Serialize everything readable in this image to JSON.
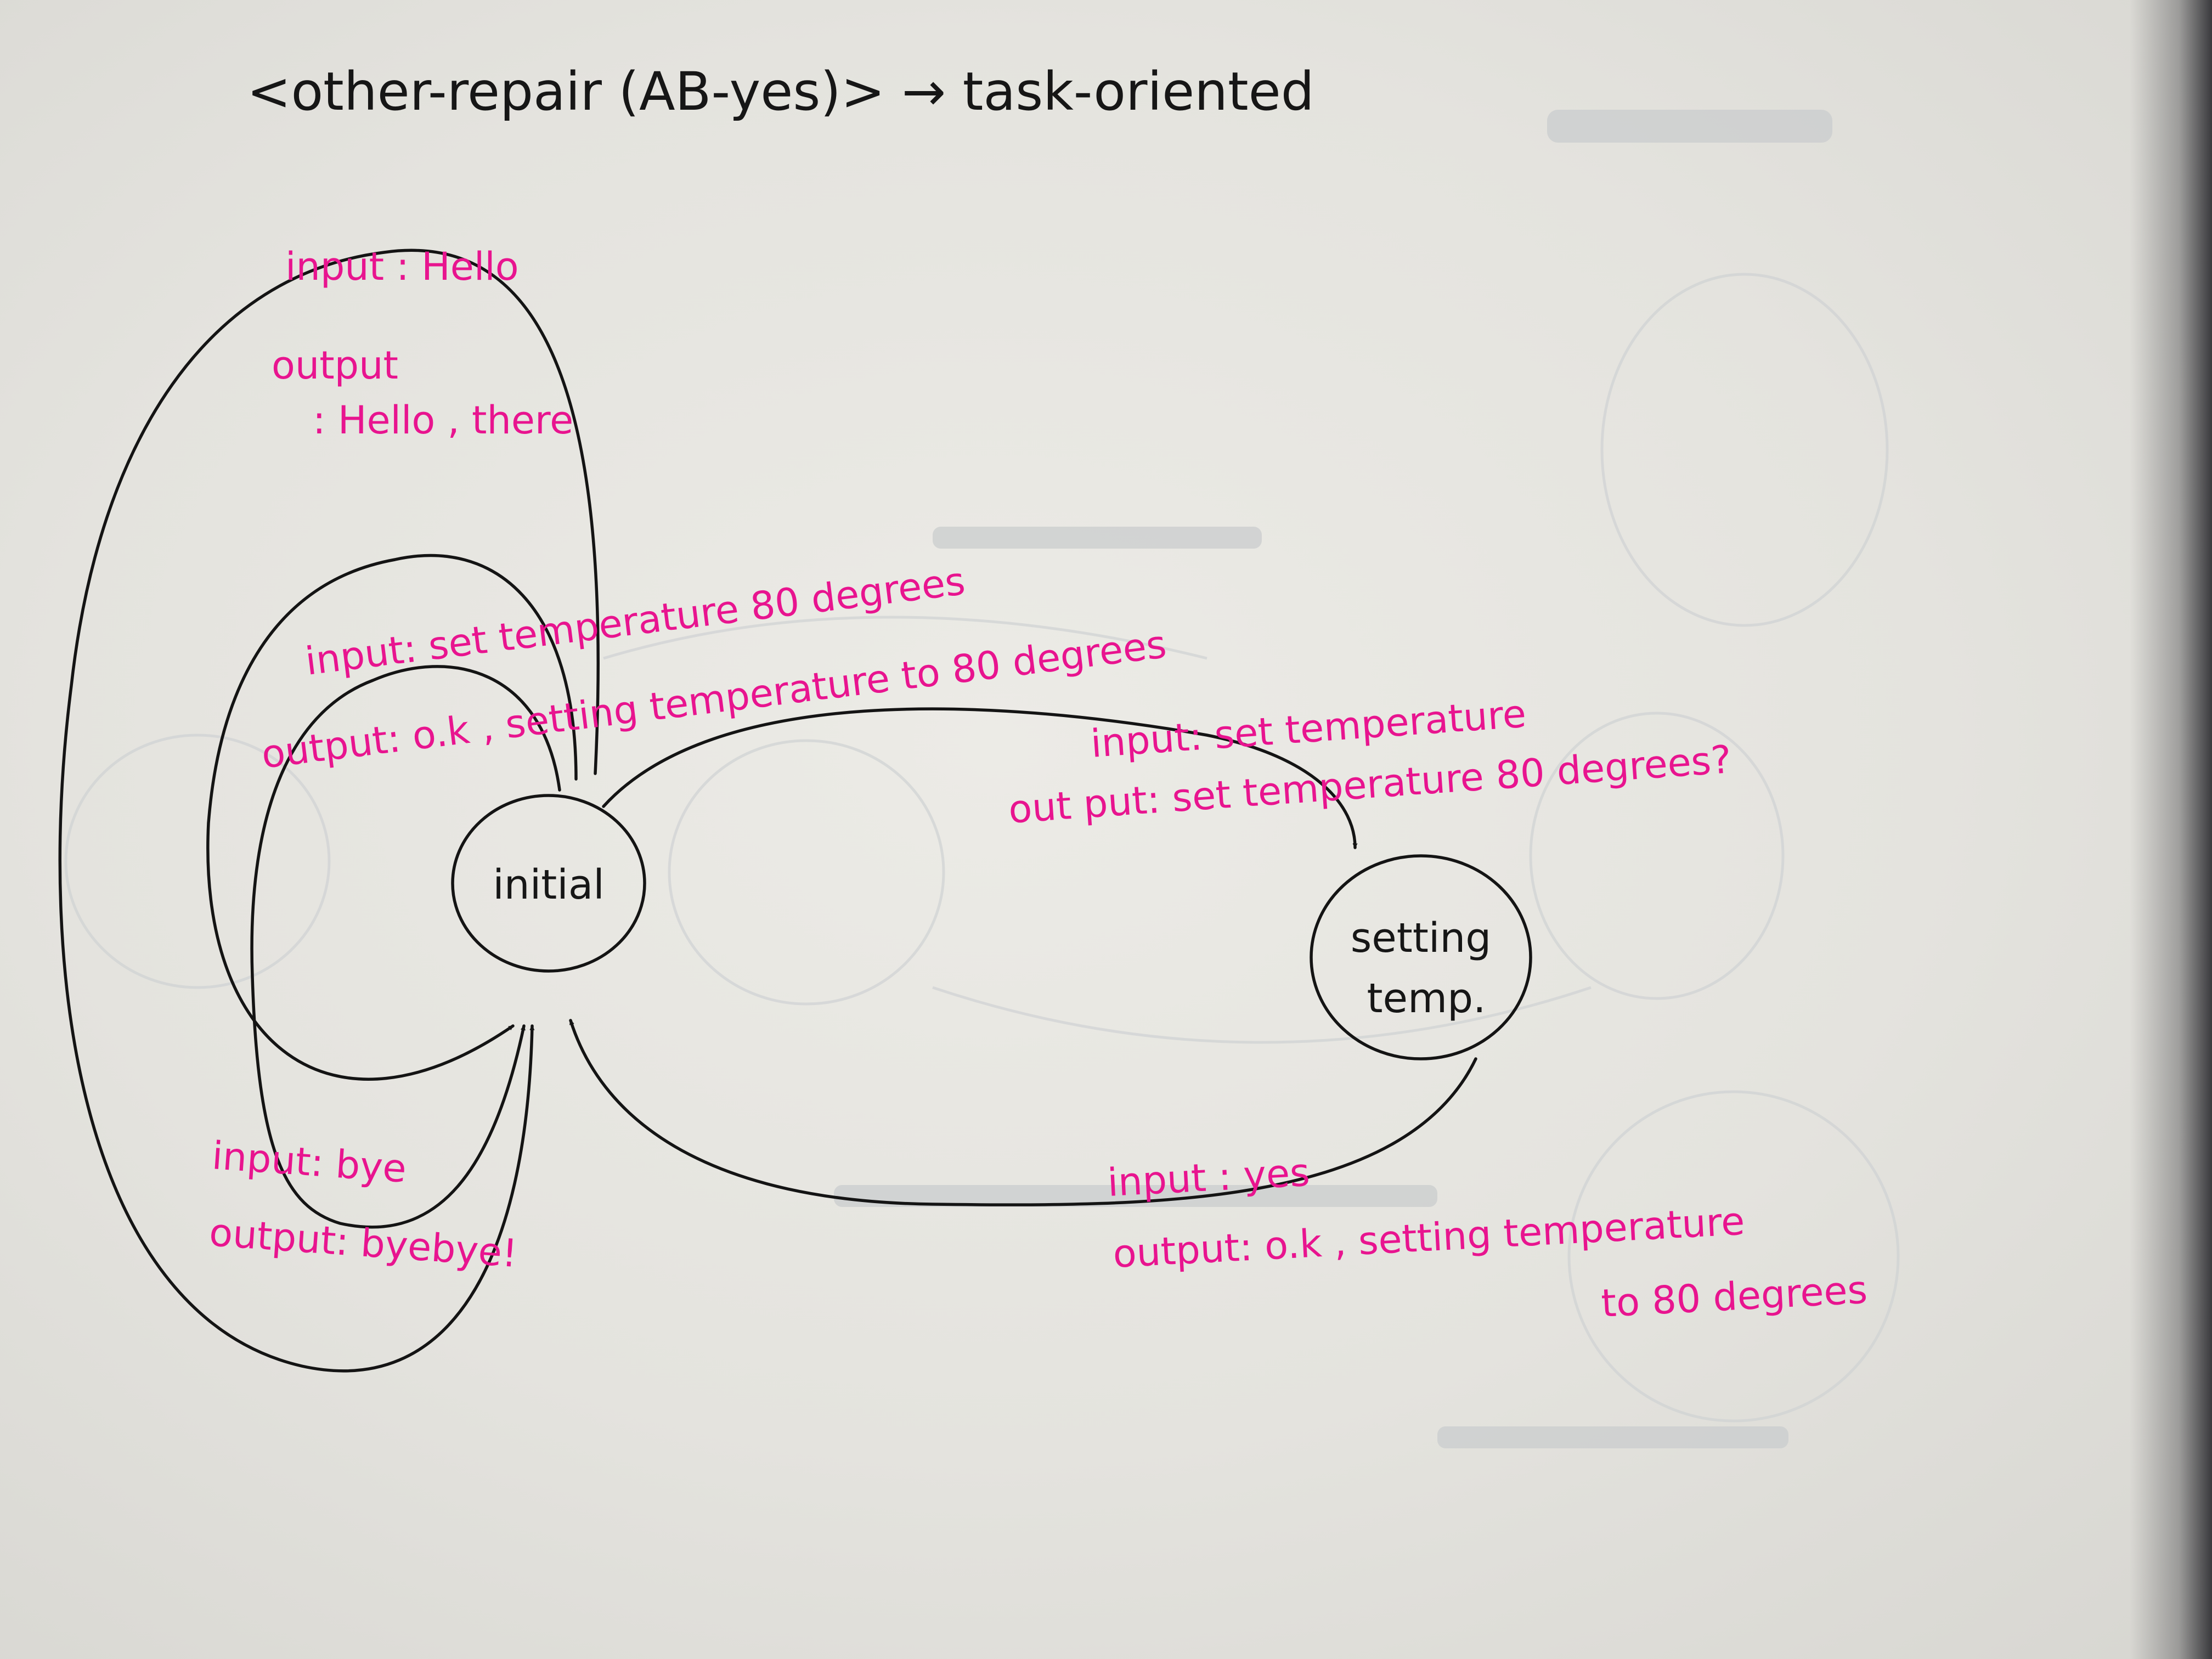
{
  "title": "<other-repair (AB-yes)> → task-oriented",
  "nodes": {
    "initial": {
      "label": "initial"
    },
    "setting": {
      "line1": "setting",
      "line2": "temp."
    }
  },
  "transitions": {
    "hello": {
      "input": "input : Hello",
      "output_1": "output",
      "output_2": ": Hello , there"
    },
    "set_temp_self": {
      "input": "input: set temperature 80 degrees",
      "output": "output: o.k , setting temperature to 80 degrees"
    },
    "to_setting": {
      "input": "input: set temperature",
      "output": "out put: set temperature 80 degrees?"
    },
    "bye": {
      "input": "input: bye",
      "output": "output: byebye!"
    },
    "yes": {
      "input": "input : yes",
      "output_1": "output: o.k , setting temperature",
      "output_2": "to 80 degrees"
    }
  },
  "colors": {
    "ink": "#141414",
    "highlighter": "#e8148f",
    "paper": "#e8e7e2"
  }
}
